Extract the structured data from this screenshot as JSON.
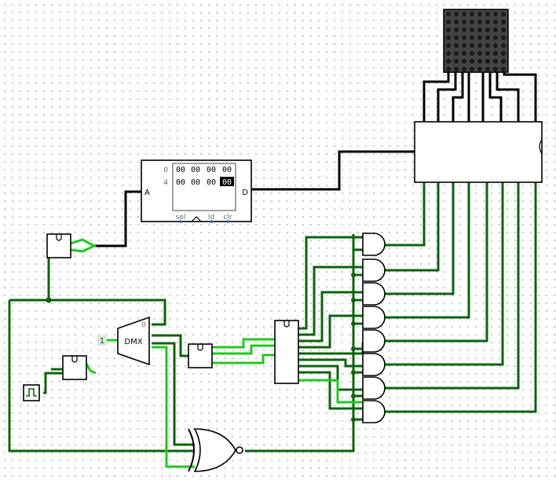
{
  "ram": {
    "rows": [
      {
        "address": "0",
        "cells": [
          "00",
          "00",
          "00",
          "00"
        ]
      },
      {
        "address": "4",
        "cells": [
          "00",
          "00",
          "00",
          "00"
        ]
      }
    ],
    "selected_cell": 7,
    "pin_address": "A",
    "pin_data": "D",
    "ctrl_sel": "sel",
    "ctrl_ld": "ld",
    "ctrl_clr": "clr"
  },
  "demux": {
    "label": "DMX",
    "output_label": "0"
  },
  "constant": {
    "value": "1"
  },
  "matrix": {
    "rows": 8,
    "cols": 8
  },
  "colors": {
    "wire_dark": "#0b640b",
    "wire_light": "#22c81e",
    "wire_black": "#000000"
  },
  "icons": [
    "clock-icon",
    "counter-icon",
    "and-gate-icon",
    "xnor-gate-icon",
    "led-matrix-icon"
  ]
}
